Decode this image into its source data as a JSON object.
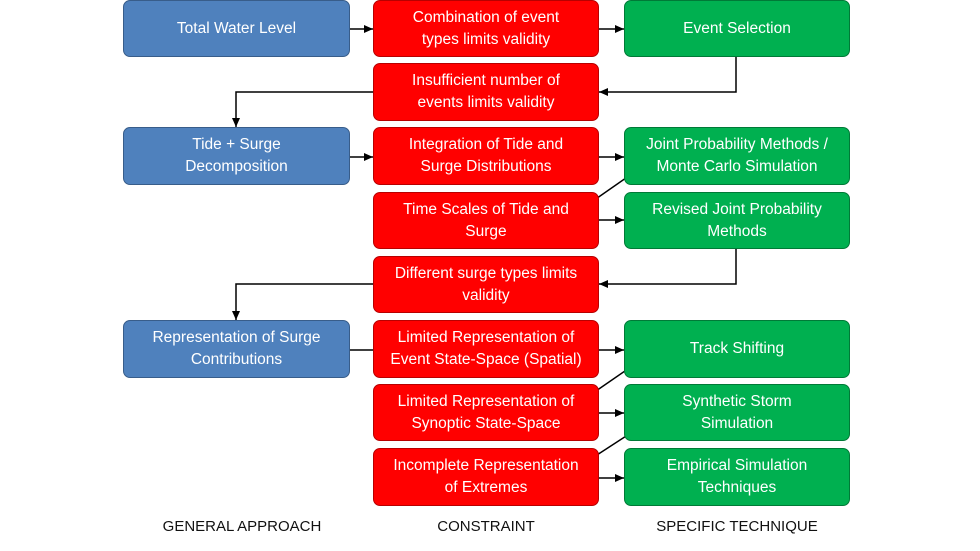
{
  "column_labels": {
    "general": "GENERAL APPROACH",
    "constraint": "CONSTRAINT",
    "technique": "SPECIFIC TECHNIQUE"
  },
  "general_approach": {
    "total_water_level": "Total Water Level",
    "tide_surge_decomposition": "Tide + Surge\nDecomposition",
    "surge_contributions": "Representation of Surge\nContributions"
  },
  "constraints": {
    "combination_event_types": "Combination of event\ntypes limits validity",
    "insufficient_events": "Insufficient number of\nevents limits validity",
    "integration_tide_surge": "Integration of Tide and\nSurge Distributions",
    "time_scales": "Time Scales of Tide and\nSurge",
    "different_surge_types": "Different surge types limits\nvalidity",
    "event_state_space": "Limited Representation of\nEvent State-Space (Spatial)",
    "synoptic_state_space": "Limited Representation of\nSynoptic State-Space",
    "incomplete_extremes": "Incomplete Representation\nof Extremes"
  },
  "techniques": {
    "event_selection": "Event Selection",
    "joint_probability": "Joint Probability Methods /\nMonte Carlo Simulation",
    "revised_joint_probability": "Revised Joint Probability\nMethods",
    "track_shifting": "Track Shifting",
    "synthetic_storm": "Synthetic Storm\nSimulation",
    "empirical_simulation": "Empirical Simulation\nTechniques"
  },
  "colors": {
    "general": "#4f81bd",
    "constraint": "#ff0000",
    "technique": "#00b050",
    "arrow": "#000000"
  }
}
